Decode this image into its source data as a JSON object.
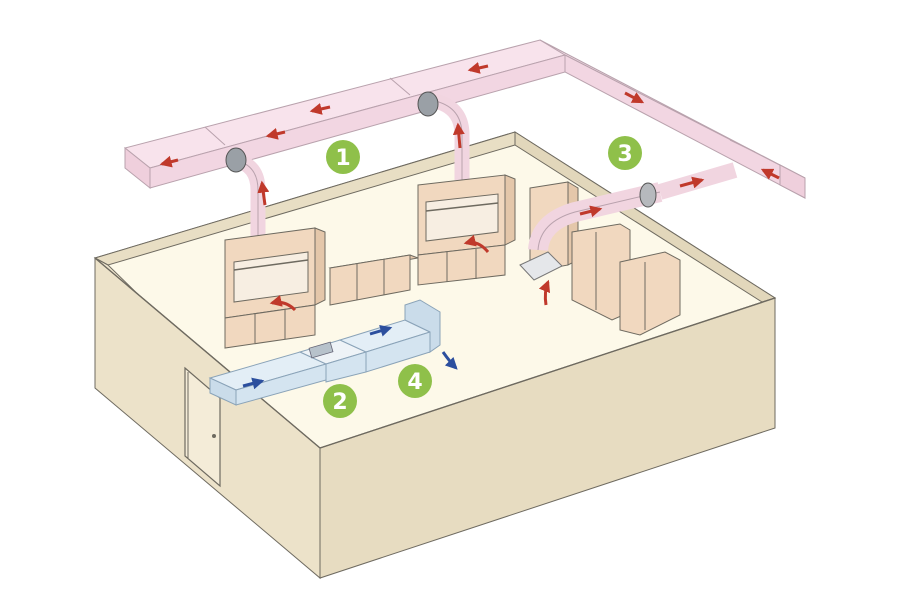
{
  "diagram": {
    "callouts": [
      {
        "id": "1",
        "label": "1"
      },
      {
        "id": "2",
        "label": "2"
      },
      {
        "id": "3",
        "label": "3"
      },
      {
        "id": "4",
        "label": "4"
      }
    ]
  },
  "colors": {
    "background": "#ffffff",
    "room_wall": "#ede4cf",
    "room_floor": "#fdf9e9",
    "wall_edge": "#6e6a60",
    "exhaust_duct": "#f8e3ec",
    "exhaust_arrow": "#c0392b",
    "supply_duct": "#dbe9f3",
    "supply_arrow": "#2c4f9e",
    "furniture": "#f1d8bf",
    "callout_badge": "#8fc04a"
  },
  "icons": {
    "exhaust_flow": "red-arrow-icon",
    "supply_flow": "blue-arrow-icon"
  }
}
